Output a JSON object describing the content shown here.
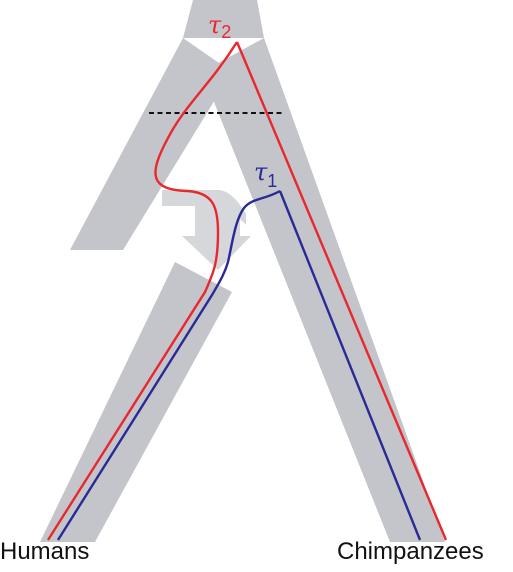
{
  "labels": {
    "humans": "Humans",
    "chimpanzees": "Chimpanzees"
  },
  "times": {
    "tau2": {
      "symbol": "τ",
      "subscript": "2"
    },
    "tau1": {
      "symbol": "τ",
      "subscript": "1"
    }
  },
  "colors": {
    "species_tree": "#c3c5ca",
    "arrow": "#d5d7db",
    "lineage_red": "#e8282e",
    "lineage_blue": "#2a2a96",
    "ancestral_boundary": "#111111",
    "text": "#111111"
  }
}
